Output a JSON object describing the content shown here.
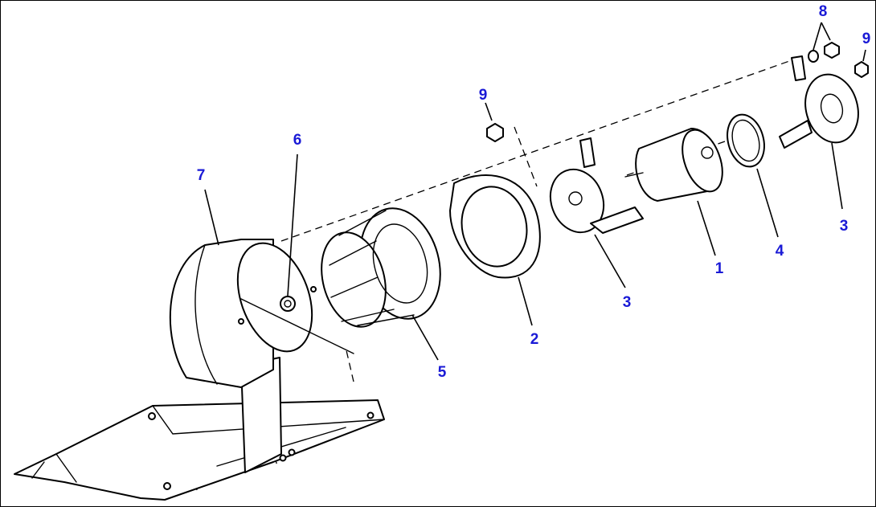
{
  "callouts": {
    "c1": "1",
    "c2": "2",
    "c3a": "3",
    "c3b": "3",
    "c4": "4",
    "c5": "5",
    "c6": "6",
    "c7": "7",
    "c8": "8",
    "c9a": "9",
    "c9b": "9"
  },
  "colors": {
    "callout": "#1a1ad6",
    "line": "#000000"
  }
}
